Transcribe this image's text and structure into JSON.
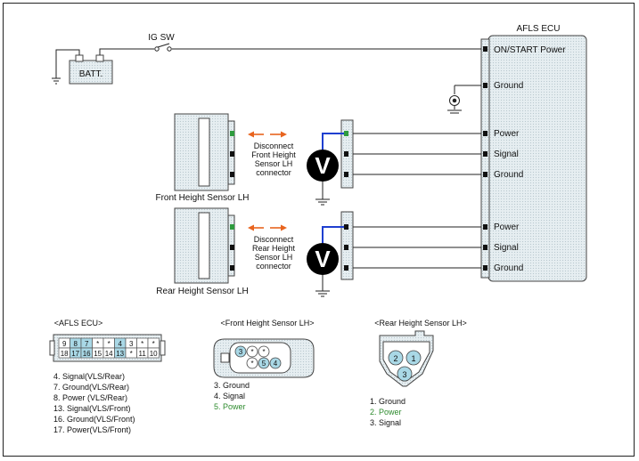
{
  "ecu": {
    "title": "AFLS ECU",
    "pins": [
      "ON/START Power",
      "Ground",
      "Power",
      "Signal",
      "Ground",
      "Power",
      "Signal",
      "Ground"
    ]
  },
  "battery_label": "BATT.",
  "switch_label": "IG SW",
  "front_sensor": {
    "name": "Front Height Sensor LH",
    "disconnect_lines": [
      "Disconnect",
      "Front Height",
      "Sensor LH",
      "connector"
    ]
  },
  "rear_sensor": {
    "name": "Rear Height Sensor LH",
    "disconnect_lines": [
      "Disconnect",
      "Rear Height",
      "Sensor LH",
      "connector"
    ]
  },
  "voltmeter_symbol": "V",
  "connectors": {
    "ecu": {
      "title": "<AFLS ECU>",
      "top_row": [
        "9",
        "8",
        "7",
        "*",
        "*",
        "4",
        "3",
        "*",
        "*"
      ],
      "bottom_row": [
        "18",
        "17",
        "16",
        "15",
        "14",
        "13",
        "*",
        "11",
        "10"
      ],
      "legend": [
        "4. Signal(VLS/Rear)",
        "7. Ground(VLS/Rear)",
        "8. Power (VLS/Rear)",
        "13. Signal(VLS/Front)",
        "16. Ground(VLS/Front)",
        "17. Power(VLS/Front)"
      ]
    },
    "front": {
      "title": "<Front Height Sensor  LH>",
      "pins_top": [
        "3",
        "*",
        "*"
      ],
      "pins_bottom": [
        "*",
        "5",
        "4"
      ],
      "legend": [
        "3. Ground",
        "4. Signal",
        "5. Power"
      ]
    },
    "rear": {
      "title": "<Rear Height Sensor LH>",
      "pins": [
        "2",
        "1",
        "3"
      ],
      "legend": [
        "1. Ground",
        "2. Power",
        "3. Signal"
      ]
    }
  },
  "colors": {
    "accent_power": "#2e8b2e",
    "arrow": "#e8641e",
    "probe": "#1f3fd0",
    "connector_fill": "#dfe7ea",
    "highlight_pin": "#a9d8e6",
    "green_pin": "#2e9b3e"
  }
}
